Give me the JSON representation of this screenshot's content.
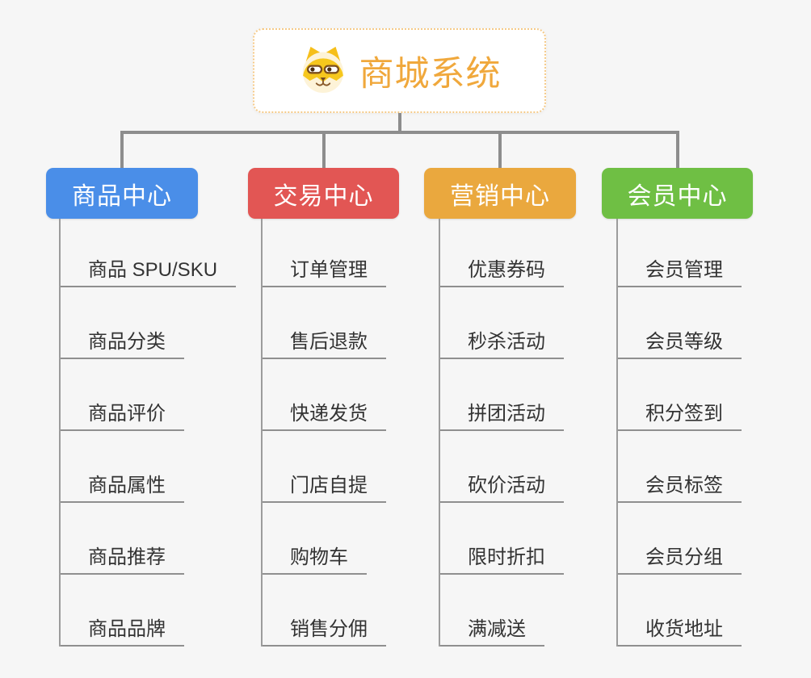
{
  "root": {
    "title": "商城系统",
    "icon": "shiba-dog-icon"
  },
  "colors": {
    "background": "#f6f6f6",
    "root_accent": "#f0a83c",
    "root_border": "#f5ca88",
    "connector_gray": "#8d8d8d",
    "leaf_text": "#333333"
  },
  "branches": [
    {
      "label": "商品中心",
      "color": "#4a8ee8",
      "items": [
        "商品 SPU/SKU",
        "商品分类",
        "商品评价",
        "商品属性",
        "商品推荐",
        "商品品牌"
      ]
    },
    {
      "label": "交易中心",
      "color": "#e25654",
      "items": [
        "订单管理",
        "售后退款",
        "快递发货",
        "门店自提",
        "购物车",
        "销售分佣"
      ]
    },
    {
      "label": "营销中心",
      "color": "#eaa83e",
      "items": [
        "优惠券码",
        "秒杀活动",
        "拼团活动",
        "砍价活动",
        "限时折扣",
        "满减送"
      ]
    },
    {
      "label": "会员中心",
      "color": "#6fbf44",
      "items": [
        "会员管理",
        "会员等级",
        "积分签到",
        "会员标签",
        "会员分组",
        "收货地址"
      ]
    }
  ]
}
